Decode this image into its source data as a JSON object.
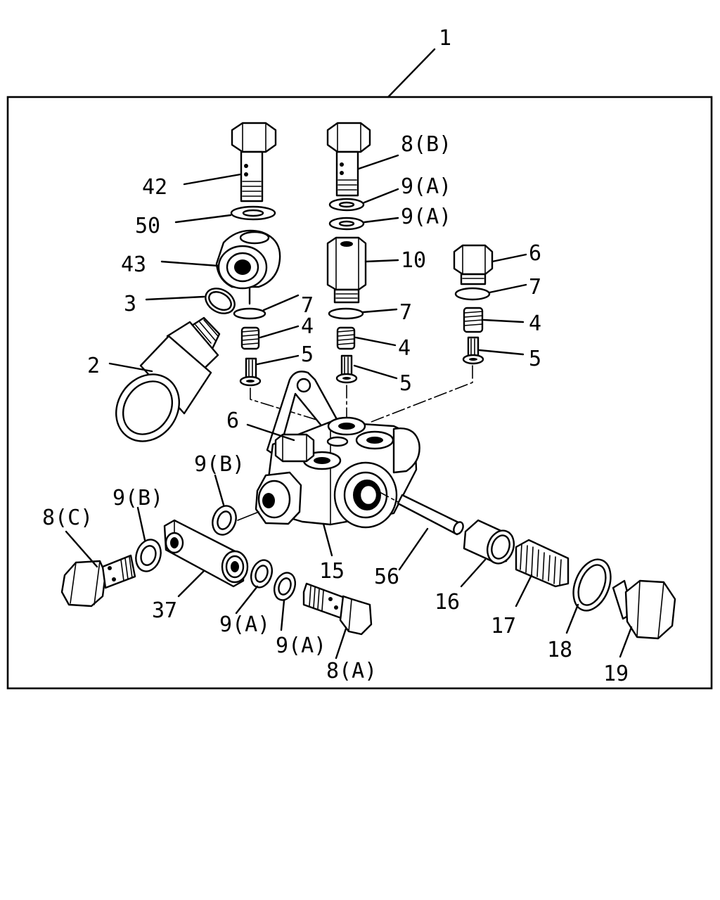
{
  "diagram": {
    "assembly_label": "1",
    "labels": {
      "l42": "42",
      "l50": "50",
      "l43": "43",
      "l3": "3",
      "l2": "2",
      "l8b": "8(B)",
      "l9a_1": "9(A)",
      "l9a_2": "9(A)",
      "l10": "10",
      "l7_mid": "7",
      "l4_mid": "4",
      "l5_mid": "5",
      "l7_left": "7",
      "l4_left": "4",
      "l5_left": "5",
      "l6_right": "6",
      "l7_right": "7",
      "l4_right": "4",
      "l5_right": "5",
      "l6_body": "6",
      "l9b_1": "9(B)",
      "l9b_2": "9(B)",
      "l8c": "8(C)",
      "l37": "37",
      "l9a_3": "9(A)",
      "l9a_4": "9(A)",
      "l8a": "8(A)",
      "l15": "15",
      "l56": "56",
      "l16": "16",
      "l17": "17",
      "l18": "18",
      "l19": "19"
    }
  }
}
